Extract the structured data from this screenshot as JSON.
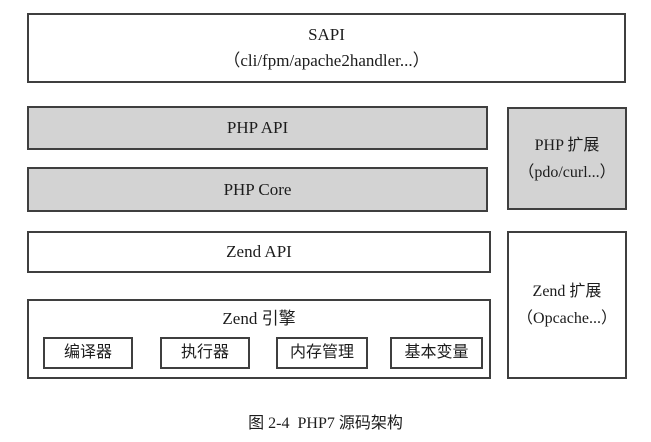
{
  "figure": {
    "caption": "图 2-4  PHP7 源码架构"
  },
  "diagram": {
    "sapi": {
      "title": "SAPI",
      "subtitle": "（cli/fpm/apache2handler...）"
    },
    "php_api": {
      "label": "PHP API"
    },
    "php_core": {
      "label": "PHP Core"
    },
    "php_extension": {
      "title": "PHP 扩展",
      "subtitle": "（pdo/curl...）"
    },
    "zend_api": {
      "label": "Zend API"
    },
    "zend_engine": {
      "title": "Zend 引擎",
      "components": [
        {
          "label": "编译器"
        },
        {
          "label": "执行器"
        },
        {
          "label": "内存管理"
        },
        {
          "label": "基本变量"
        }
      ]
    },
    "zend_extension": {
      "title": "Zend 扩展",
      "subtitle": "（Opcache...）"
    }
  },
  "colors": {
    "box_border": "#3f3f3f",
    "box_fill_gray": "#d3d3d3",
    "box_fill_white": "#ffffff",
    "text": "#1c1c1c"
  }
}
